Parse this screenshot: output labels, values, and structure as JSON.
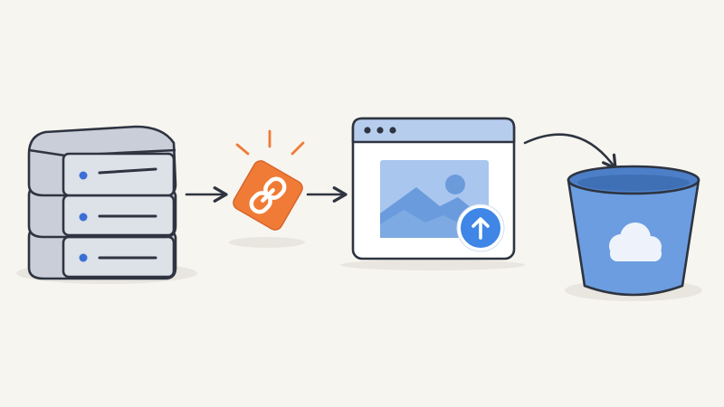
{
  "diagram": {
    "flow": [
      "server-stack",
      "signed-link",
      "browser-upload",
      "cloud-bucket"
    ],
    "colors": {
      "background": "#f7f5f0",
      "outline": "#2e3440",
      "server_fill": "#c9ced8",
      "server_face": "#dde1e8",
      "server_led": "#3b6fd6",
      "link_tag": "#f07b36",
      "link_rays": "#f07b36",
      "browser_bar": "#b7cdee",
      "browser_dots": "#2e3440",
      "image_panel": "#a9c6ef",
      "image_mountains": "#5f93d8",
      "upload_badge": "#3f86e6",
      "bucket_body": "#6b9de0",
      "bucket_rim": "#4d7fc8",
      "cloud": "#eef3fb",
      "shadow": "#e9e6e0"
    },
    "icons": {
      "server": "server-stack-icon",
      "link": "chain-link-icon",
      "browser": "browser-window-icon",
      "image": "image-icon",
      "upload": "upload-arrow-icon",
      "bucket": "storage-bucket-icon",
      "cloud": "cloud-icon"
    }
  }
}
